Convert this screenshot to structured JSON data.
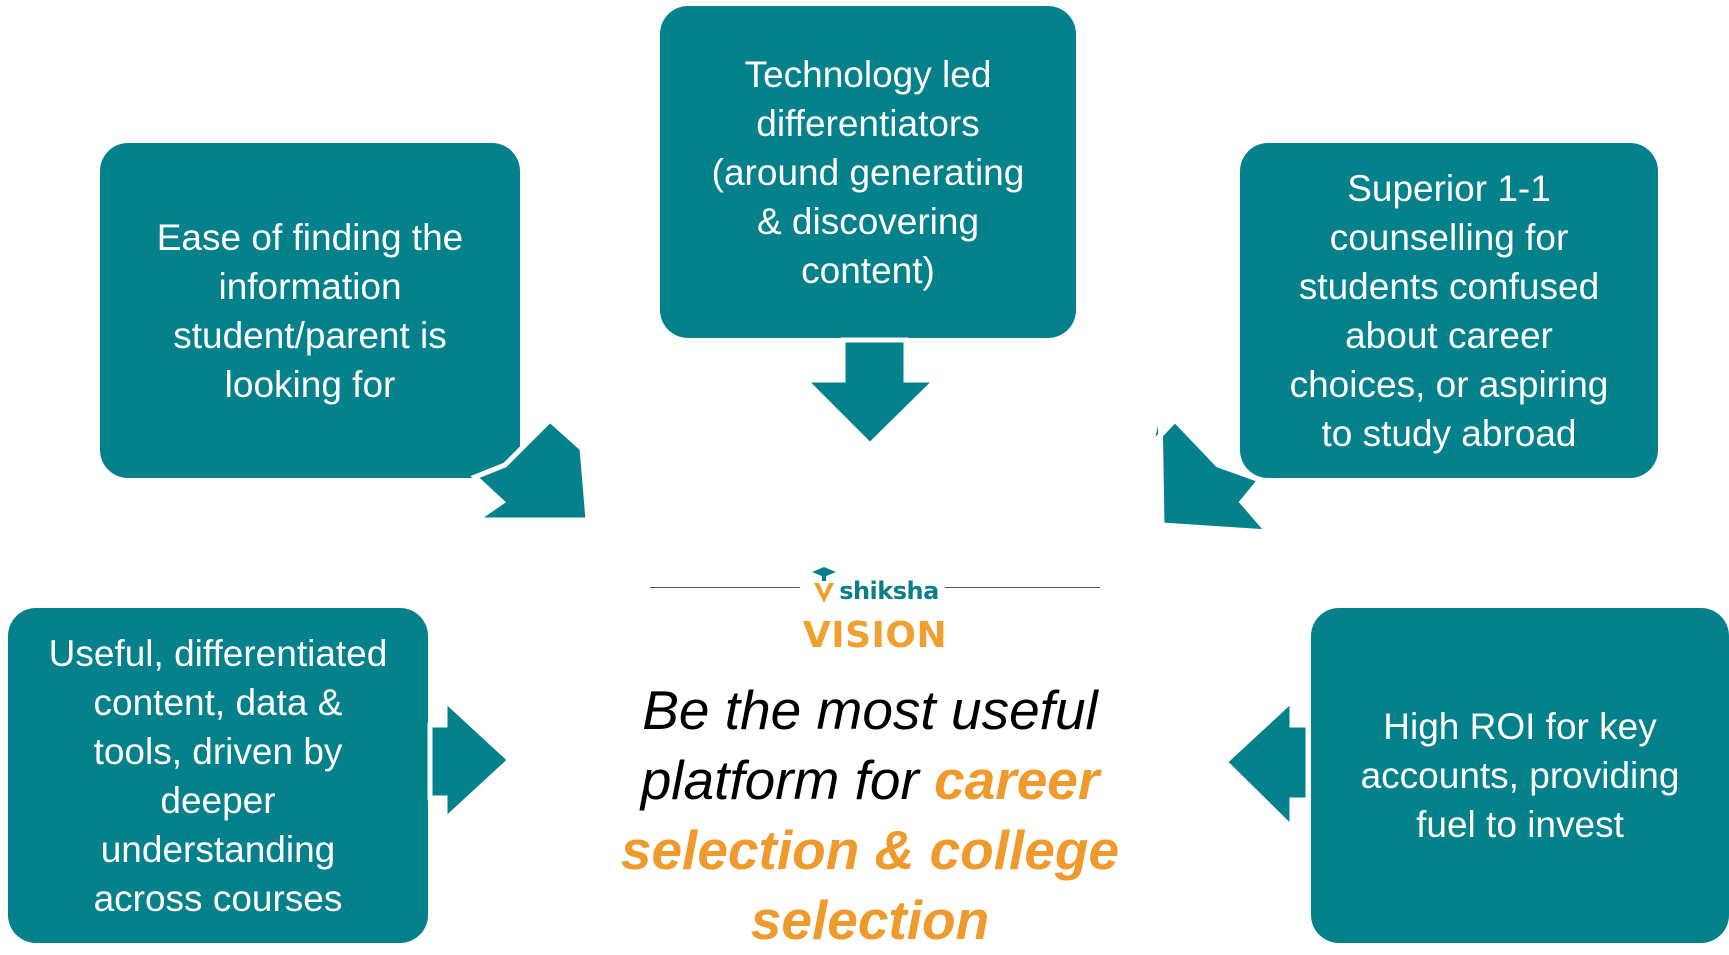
{
  "boxes": {
    "top": "Technology led\ndifferentiators\n(around generating\n& discovering\ncontent)",
    "left": "Ease of finding the\ninformation\nstudent/parent is\nlooking for",
    "right": "Superior 1-1\ncounselling for\nstudents confused\nabout career\nchoices, or aspiring\nto study abroad",
    "bottom_left": "Useful, differentiated\ncontent, data &\ntools, driven by\ndeeper\nunderstanding\nacross courses",
    "bottom_right": "High ROI for key\naccounts, providing\nfuel to invest"
  },
  "logo": {
    "brand": "shiksha",
    "icon": "graduate-cap-icon"
  },
  "vision_label": "VISION",
  "statement": {
    "part1": "Be the most useful platform for ",
    "highlight1": "career selection",
    "connector": " & ",
    "highlight2": "college selection"
  },
  "colors": {
    "box": "#05818c",
    "accent": "#ee9a2c",
    "text": "#000000"
  }
}
